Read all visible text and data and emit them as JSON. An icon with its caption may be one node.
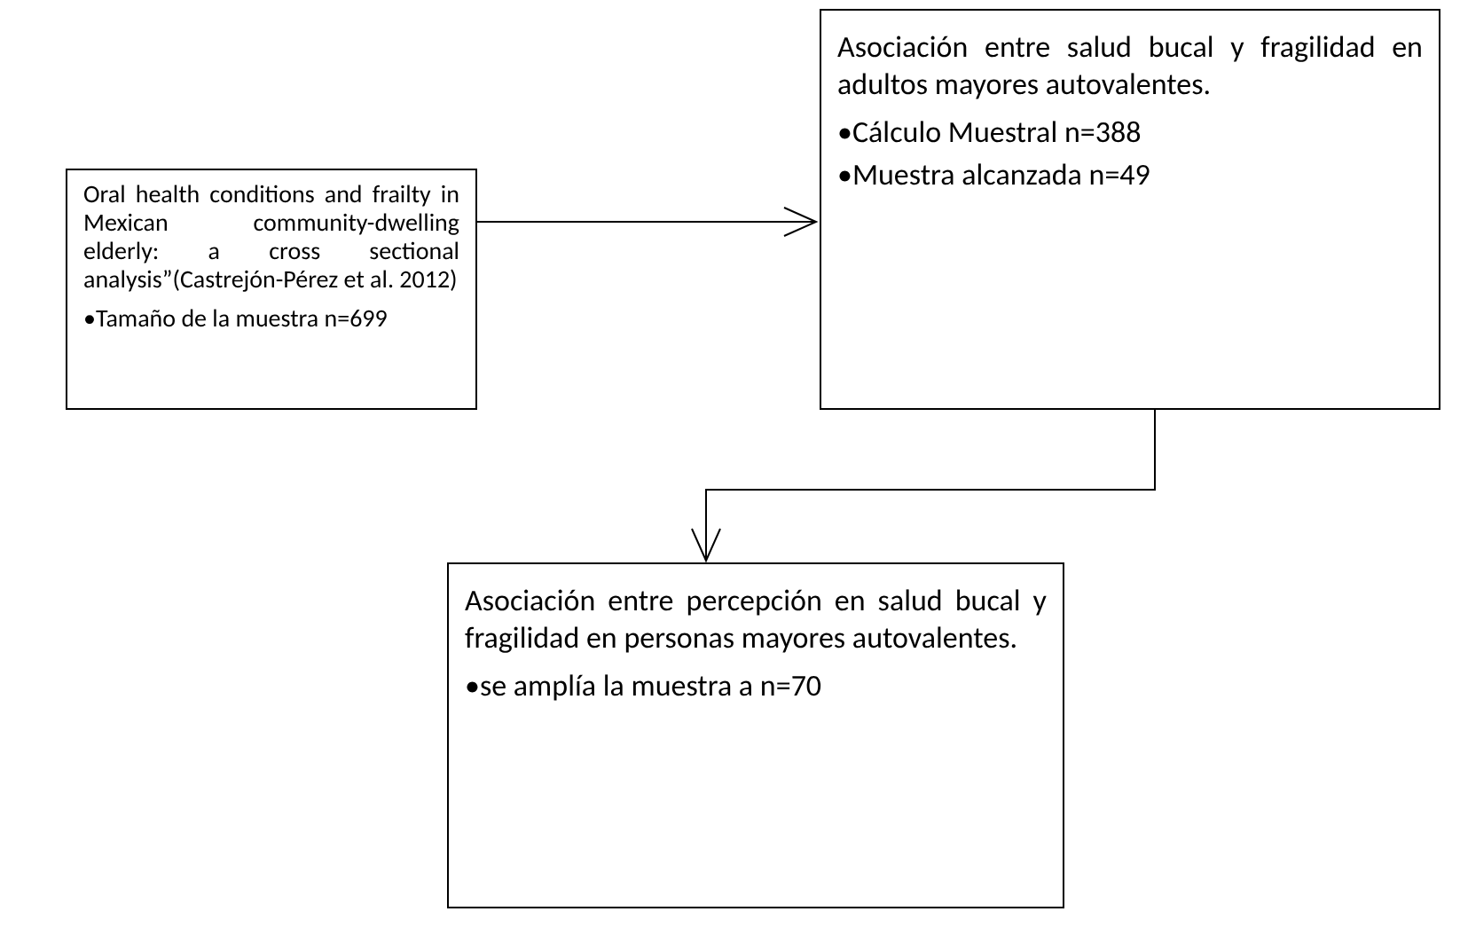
{
  "diagram": {
    "nodes": [
      {
        "text": [
          "Oral health conditions and frailty in Mexican community-dwelling elderly: a cross sectional analysis”(Castrejón-Pérez et al. 2012)",
          "•Tamaño de la muestra n=699"
        ]
      },
      {
        "text": [
          "Asociación entre salud bucal y fragilidad en adultos mayores autovalentes.",
          "•Cálculo Muestral  n=388",
          "•Muestra alcanzada n=49"
        ]
      },
      {
        "text": [
          "Asociación entre percepción en salud bucal y fragilidad en personas mayores autovalentes.",
          "•se amplía la muestra  a n=70"
        ]
      }
    ],
    "edges": [
      {
        "from": 0,
        "to": 1,
        "arrow": "to"
      },
      {
        "from": 1,
        "to": 2,
        "arrow": "to"
      }
    ]
  }
}
